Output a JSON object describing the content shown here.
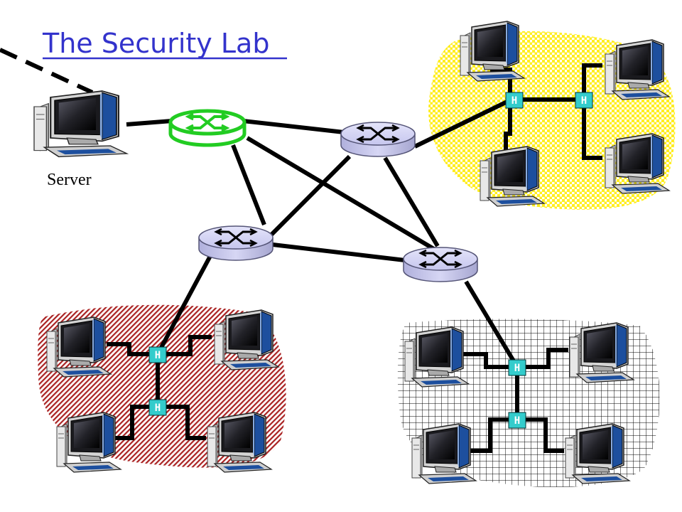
{
  "title": "The Security Lab",
  "server_label": "Server",
  "hub_label": "H",
  "colors": {
    "title": "#3333cc",
    "router_fill": "#c6c6ee",
    "router_outline": "#555577",
    "gateway_ring": "#22cc22",
    "hub_fill": "#33cccc",
    "link": "#000000",
    "lan_yellow": "#ffee22",
    "lan_red": "#aa2222",
    "lan_grid": "#000000"
  },
  "icons": {
    "router": "router-icon",
    "hub": "hub-icon",
    "computer": "computer-icon",
    "server": "server-icon"
  },
  "networks": [
    {
      "name": "yellow-lan",
      "pattern": "dots",
      "hubs": 2,
      "computers": 4
    },
    {
      "name": "red-lan",
      "pattern": "diagonal-lines",
      "hubs": 2,
      "computers": 4
    },
    {
      "name": "grid-lan",
      "pattern": "grid",
      "hubs": 2,
      "computers": 4
    }
  ]
}
